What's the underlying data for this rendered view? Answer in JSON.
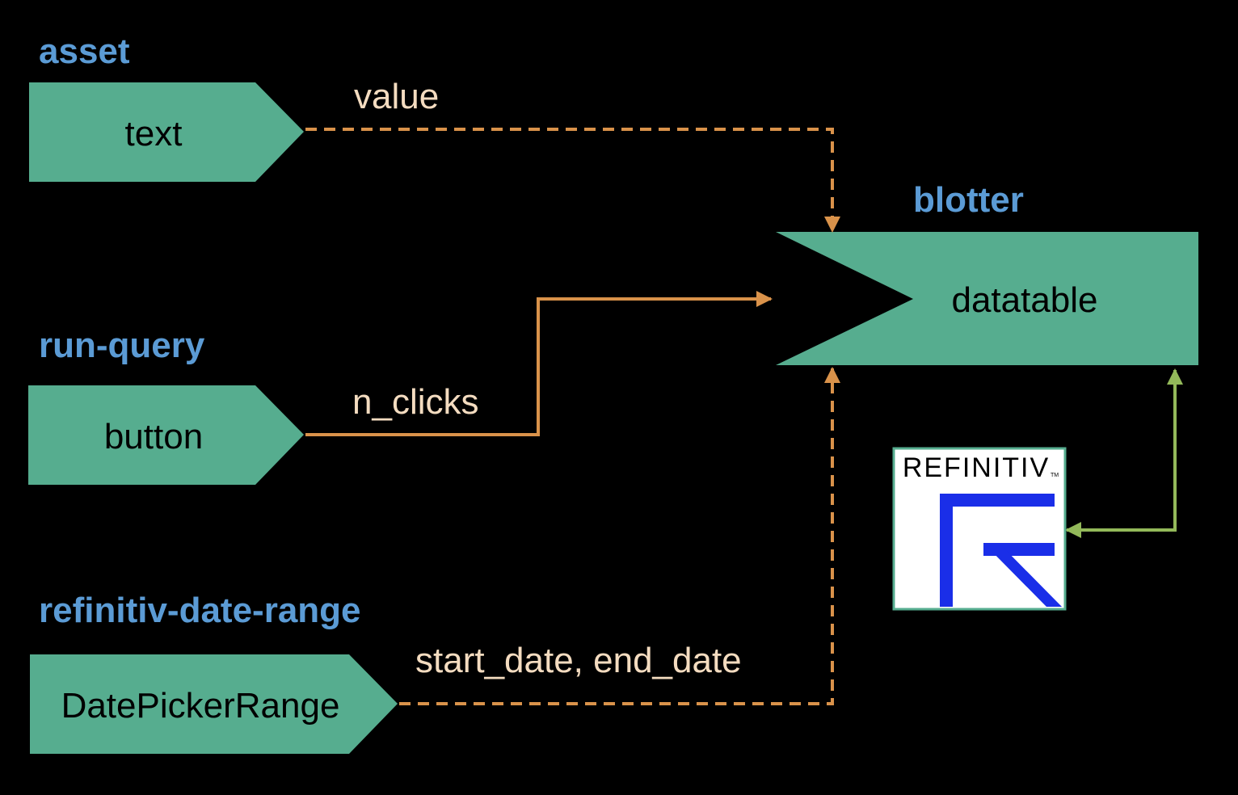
{
  "colors": {
    "background": "#000000",
    "node_fill": "#56ad8f",
    "id_label": "#5b9bd5",
    "edge": "#d9924a",
    "edge_label": "#f4dcc0",
    "api_link": "#93b95a",
    "logo_blue": "#1a2ee8"
  },
  "components": {
    "asset": {
      "id": "asset",
      "type": "text"
    },
    "run_query": {
      "id": "run-query",
      "type": "button"
    },
    "date_range": {
      "id": "refinitiv-date-range",
      "type": "DatePickerRange"
    },
    "blotter": {
      "id": "blotter",
      "type": "datatable"
    }
  },
  "edges": {
    "asset_to_blotter": {
      "label": "value",
      "style": "dashed",
      "color": "edge"
    },
    "query_to_blotter": {
      "label": "n_clicks",
      "style": "solid",
      "color": "edge"
    },
    "dates_to_blotter": {
      "label": "start_date, end_date",
      "style": "dashed",
      "color": "edge"
    },
    "blotter_api": {
      "label": "",
      "style": "solid",
      "direction": "bidirectional",
      "color": "api_link"
    }
  },
  "logo": {
    "name": "REFINITIV",
    "tm": "TM",
    "icon": "refinitiv-r-icon"
  }
}
